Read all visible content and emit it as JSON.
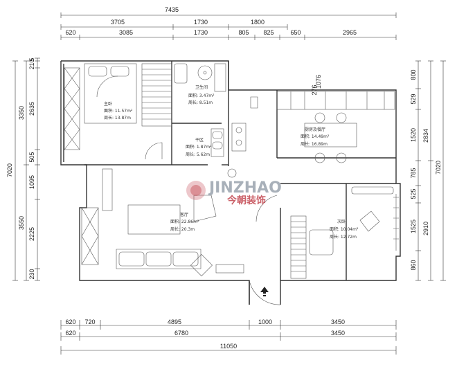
{
  "dimensions": {
    "top_total": "7435",
    "top_row2": [
      "3705",
      "1730",
      "1800"
    ],
    "top_row3": [
      "620",
      "3085",
      "1730",
      "805",
      "825",
      "650",
      "2965"
    ],
    "bottom_row1": [
      "620",
      "720",
      "4895",
      "1000",
      "3450"
    ],
    "bottom_row2": [
      "620",
      "6780",
      "3450"
    ],
    "bottom_total": "11050",
    "left_total": "7020",
    "left_mid": [
      "3350",
      "3550"
    ],
    "left_inner": [
      "5",
      "210",
      "2635",
      "505",
      "1095",
      "2225",
      "230"
    ],
    "right_total": "7020",
    "right_mid": [
      "2834",
      "2910"
    ],
    "right_inner": [
      "800",
      "529",
      "1520",
      "785",
      "525",
      "1525",
      "860"
    ],
    "inner_labels": [
      "1076",
      "276"
    ]
  },
  "rooms": [
    {
      "name": "主卧",
      "area": "面积: 11.57m²",
      "perimeter": "周长: 13.87m"
    },
    {
      "name": "卫生间",
      "area": "面积: 3.47m²",
      "perimeter": "周长: 8.51m"
    },
    {
      "name": "干区",
      "area": "面积: 1.87m²",
      "perimeter": "周长: 5.62m"
    },
    {
      "name": "厨房及餐厅",
      "area": "面积: 14.49m²",
      "perimeter": "周长: 16.89m"
    },
    {
      "name": "客厅",
      "area": "面积: 22.86m²",
      "perimeter": "周长: 20.3m"
    },
    {
      "name": "次卧",
      "area": "面积: 10.04m²",
      "perimeter": "周长: 12.72m"
    }
  ],
  "watermark": {
    "brand": "JINZHAO",
    "brand_cn": "今朝装饰",
    "color_primary": "#c2464f",
    "color_secondary": "#9aa3ad"
  },
  "icons": [
    "watermark-logo-icon",
    "entrance-arrow-icon"
  ]
}
